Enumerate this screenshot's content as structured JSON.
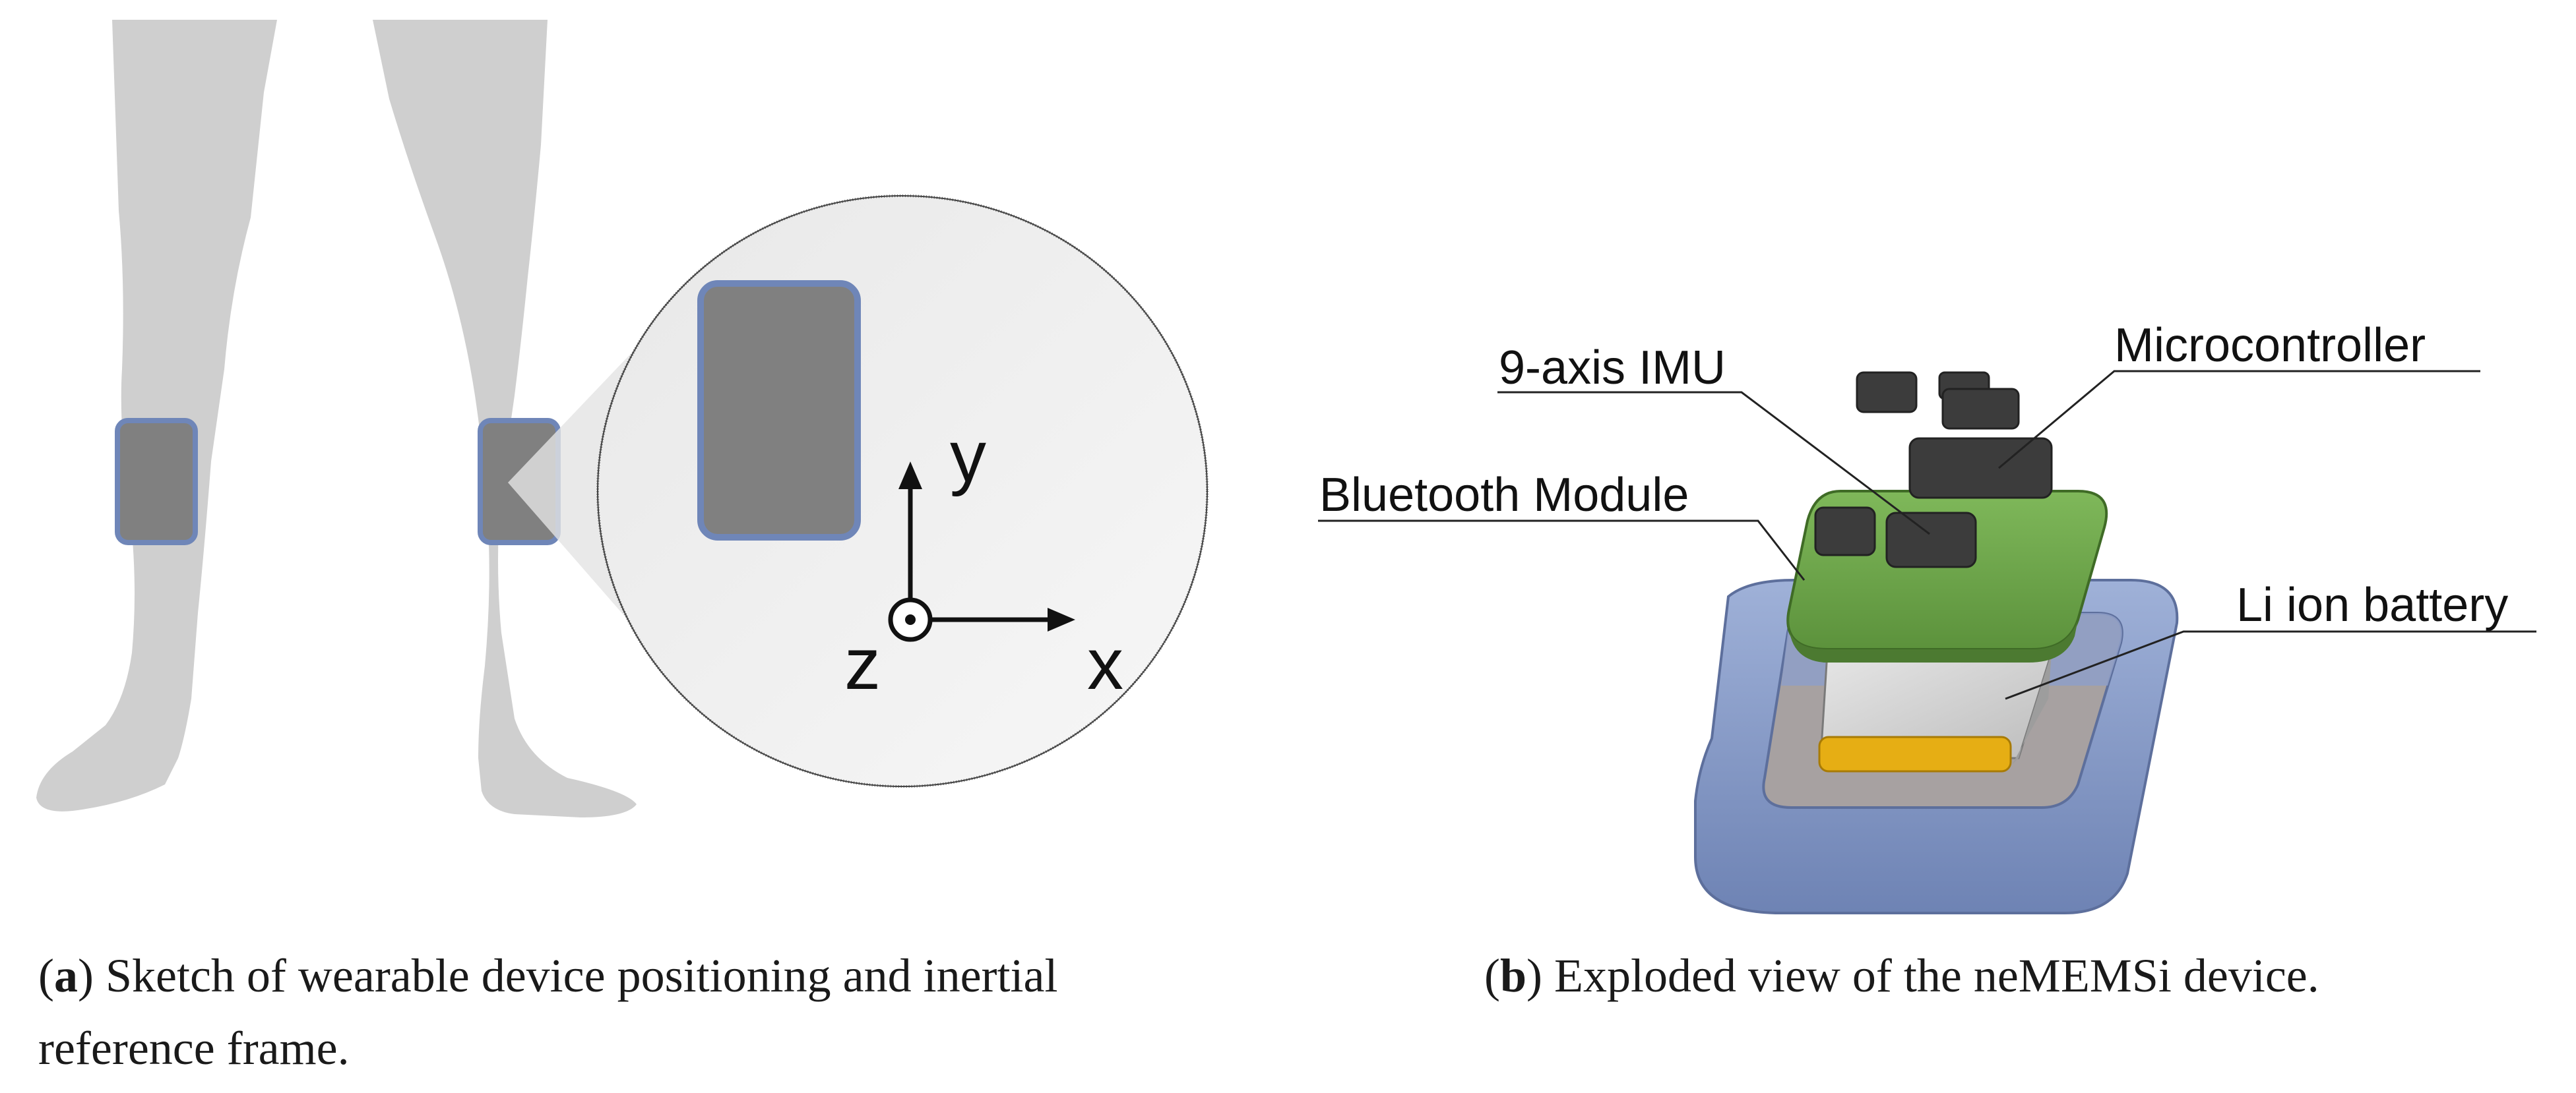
{
  "panel_a": {
    "axis_labels": {
      "y": "y",
      "x": "x",
      "z": "z"
    },
    "caption": {
      "prefix_open": "(",
      "letter": "a",
      "prefix_close": ")",
      "line1_text": " Sketch of wearable device positioning and inertial",
      "line2_text": "reference frame."
    }
  },
  "panel_b": {
    "labels": {
      "imu": "9-axis IMU",
      "microcontroller": "Microcontroller",
      "bluetooth": "Bluetooth Module",
      "battery": "Li ion battery"
    },
    "caption": {
      "prefix_open": "(",
      "letter": "b",
      "prefix_close": ")",
      "text": " Exploded view of the neMEMSi device."
    }
  },
  "colors": {
    "silhouette": "#cfcfcf",
    "sensor_body": "#808080",
    "sensor_edge": "#6f86b8",
    "case_blue": "#7a8fbf",
    "pcb_green": "#6aa446",
    "chip_dark": "#3c3c3c",
    "battery_gray": "#d6d6d6",
    "battery_gold": "#e6ae14",
    "case_floor": "#a7a1a1"
  }
}
